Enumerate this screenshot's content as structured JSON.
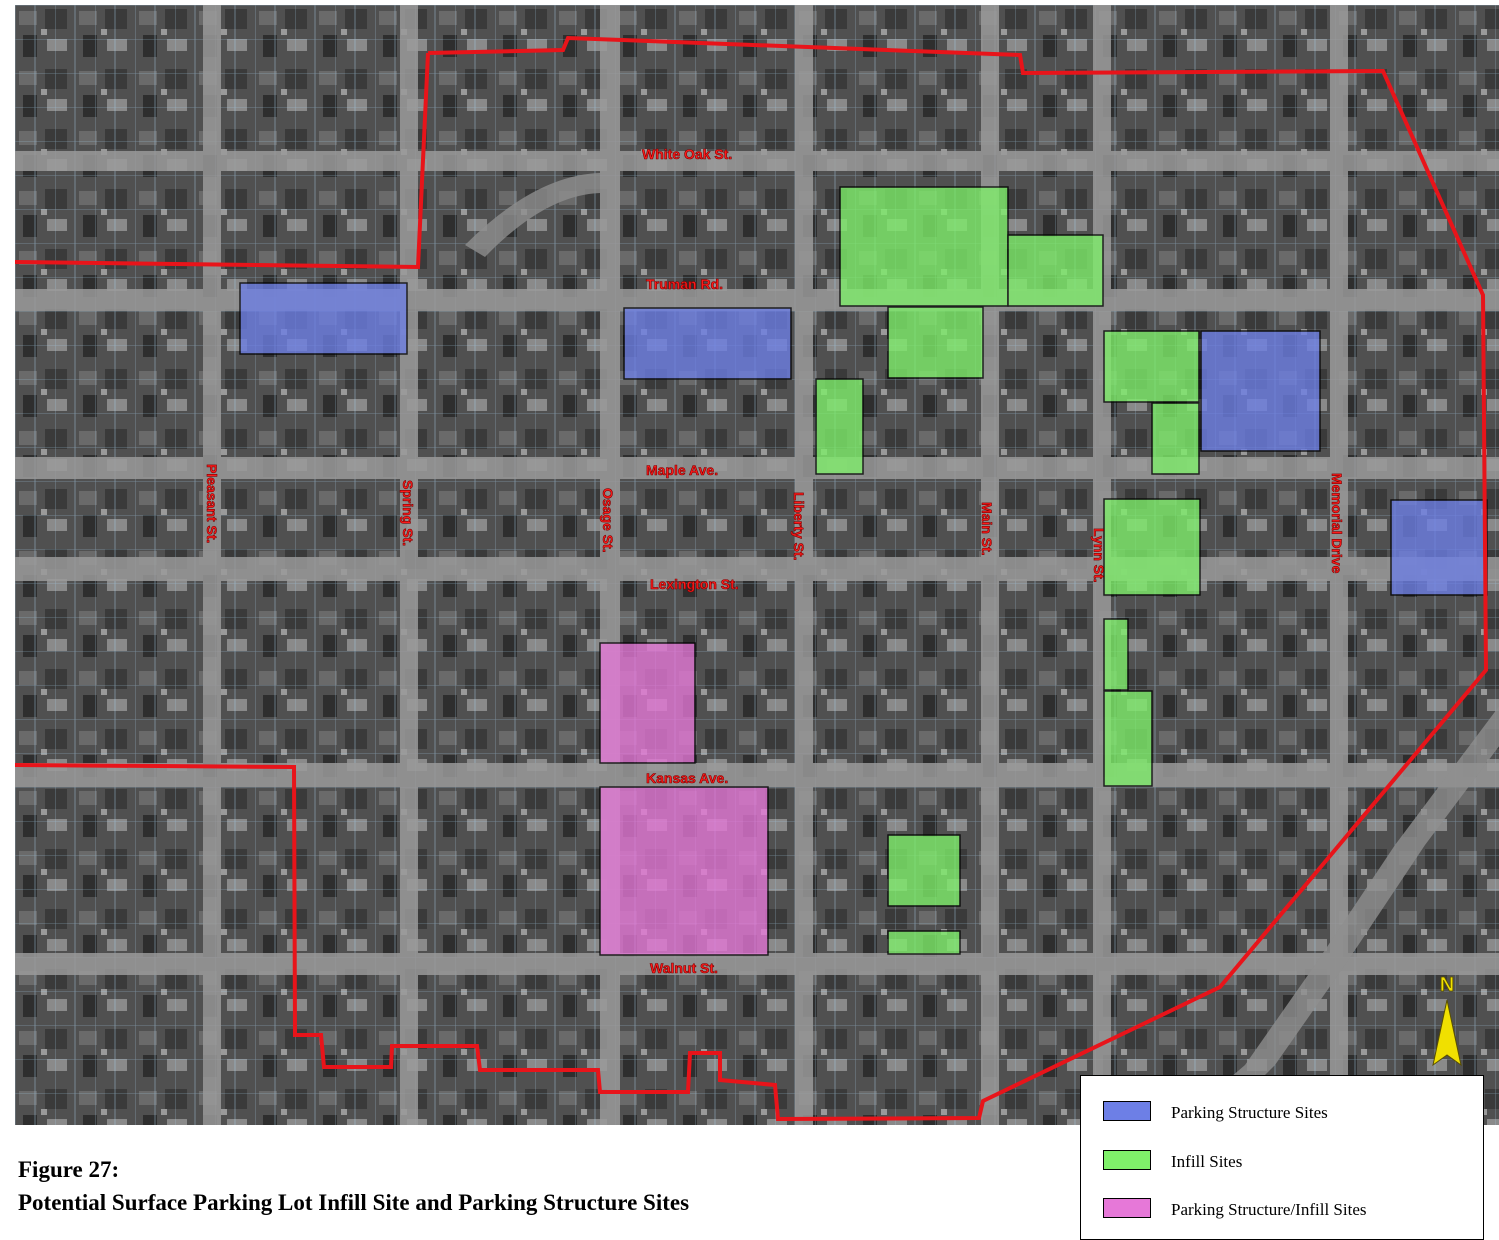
{
  "colors": {
    "boundary": "#e8141a",
    "parking_structure": "#6d7fe6",
    "infill": "#7ff06a",
    "parking_structure_infill": "#e678d8",
    "street_label": "#ff1a1a",
    "north_arrow": "#f0e000"
  },
  "streets": {
    "white_oak": "White Oak St.",
    "truman": "Truman Rd.",
    "maple": "Maple Ave.",
    "lexington": "Lexington St.",
    "kansas": "Kansas Ave.",
    "walnut": "Walnut St.",
    "pleasant": "Pleasant St.",
    "spring": "Spring St.",
    "osage": "Osage St.",
    "liberty": "Liberty St.",
    "main": "Main St.",
    "lynn": "Lynn St.",
    "memorial": "Memorial Drive"
  },
  "north_arrow": {
    "label": "N",
    "icon": "north-arrow-icon"
  },
  "legend": {
    "items": [
      {
        "label": "Parking Structure Sites",
        "color": "#6d7fe6"
      },
      {
        "label": "Infill Sites",
        "color": "#7ff06a"
      },
      {
        "label": "Parking Structure/Infill Sites",
        "color": "#e678d8"
      }
    ]
  },
  "caption": {
    "number": "Figure 27:",
    "title": "Potential Surface Parking Lot Infill Site and Parking Structure Sites"
  }
}
